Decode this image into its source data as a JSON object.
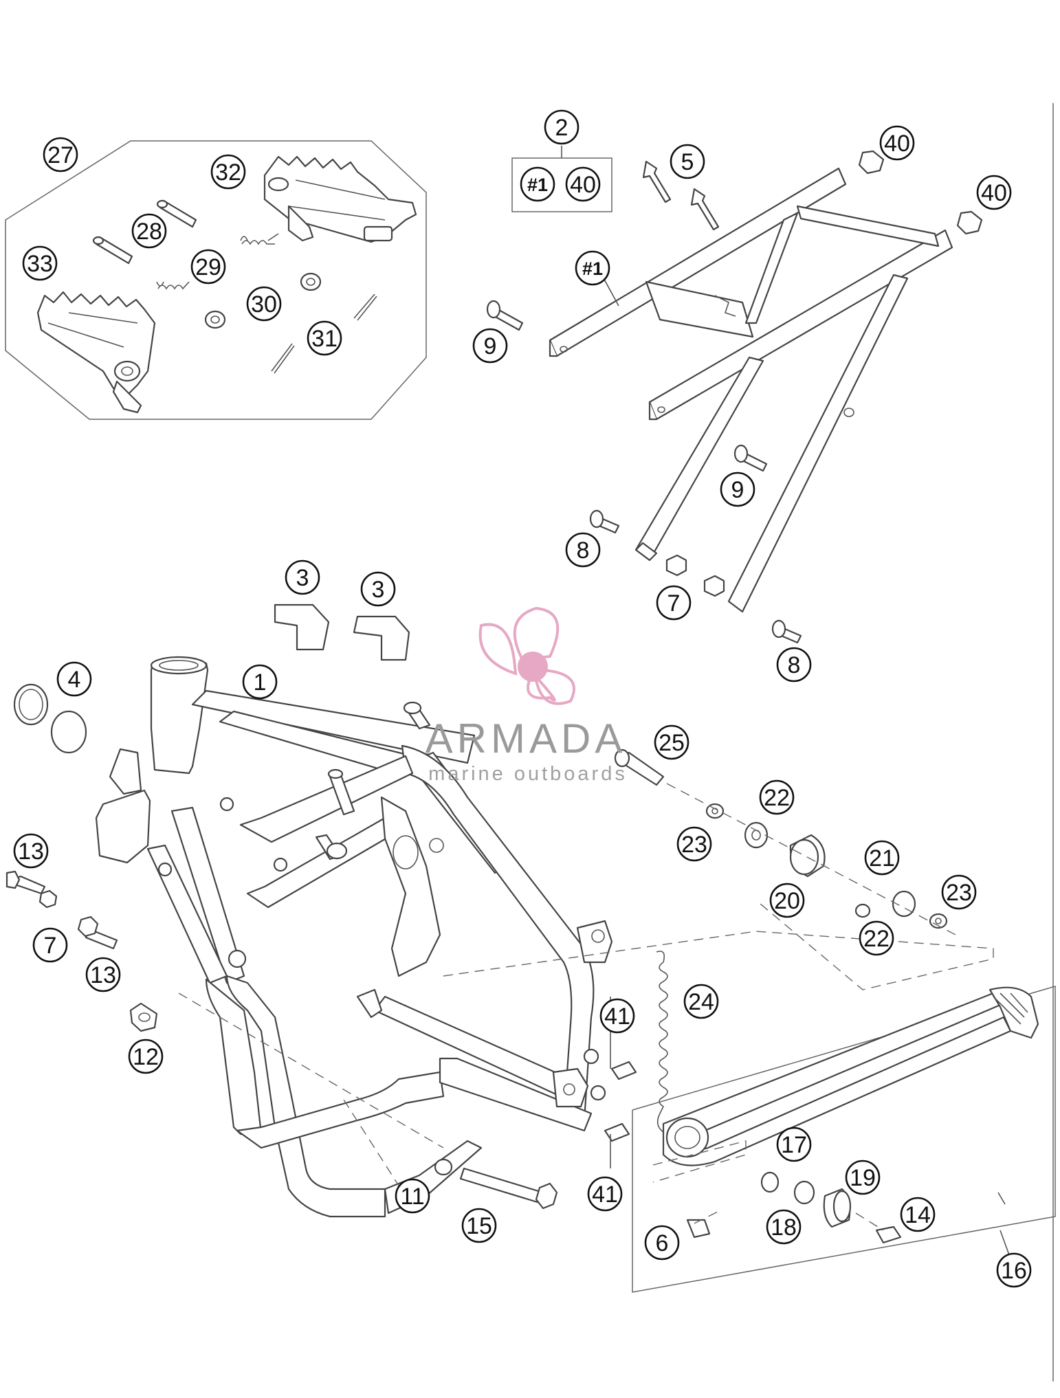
{
  "callouts": [
    {
      "id": "c27",
      "label": "27"
    },
    {
      "id": "c32",
      "label": "32"
    },
    {
      "id": "c28",
      "label": "28"
    },
    {
      "id": "c33",
      "label": "33"
    },
    {
      "id": "c29",
      "label": "29"
    },
    {
      "id": "c30",
      "label": "30"
    },
    {
      "id": "c31",
      "label": "31"
    },
    {
      "id": "c2",
      "label": "2"
    },
    {
      "id": "c1a",
      "label": "#1"
    },
    {
      "id": "c40a",
      "label": "40"
    },
    {
      "id": "c5",
      "label": "5"
    },
    {
      "id": "c40b",
      "label": "40"
    },
    {
      "id": "c40c",
      "label": "40"
    },
    {
      "id": "c1b",
      "label": "#1"
    },
    {
      "id": "c9a",
      "label": "9"
    },
    {
      "id": "c9b",
      "label": "9"
    },
    {
      "id": "c8a",
      "label": "8"
    },
    {
      "id": "c7a",
      "label": "7"
    },
    {
      "id": "c8b",
      "label": "8"
    },
    {
      "id": "c3a",
      "label": "3"
    },
    {
      "id": "c3b",
      "label": "3"
    },
    {
      "id": "c4",
      "label": "4"
    },
    {
      "id": "c1",
      "label": "1"
    },
    {
      "id": "c25",
      "label": "25"
    },
    {
      "id": "c22a",
      "label": "22"
    },
    {
      "id": "c23a",
      "label": "23"
    },
    {
      "id": "c21",
      "label": "21"
    },
    {
      "id": "c20",
      "label": "20"
    },
    {
      "id": "c23b",
      "label": "23"
    },
    {
      "id": "c22b",
      "label": "22"
    },
    {
      "id": "c13a",
      "label": "13"
    },
    {
      "id": "c7b",
      "label": "7"
    },
    {
      "id": "c13b",
      "label": "13"
    },
    {
      "id": "c12",
      "label": "12"
    },
    {
      "id": "c41a",
      "label": "41"
    },
    {
      "id": "c24",
      "label": "24"
    },
    {
      "id": "c41b",
      "label": "41"
    },
    {
      "id": "c11",
      "label": "11"
    },
    {
      "id": "c15",
      "label": "15"
    },
    {
      "id": "c17",
      "label": "17"
    },
    {
      "id": "c19",
      "label": "19"
    },
    {
      "id": "c18",
      "label": "18"
    },
    {
      "id": "c14",
      "label": "14"
    },
    {
      "id": "c6",
      "label": "6"
    },
    {
      "id": "c16",
      "label": "16"
    }
  ],
  "watermark": {
    "name": "ARMADA",
    "tagline": "marine outboards",
    "color": "#e6a8c4"
  }
}
